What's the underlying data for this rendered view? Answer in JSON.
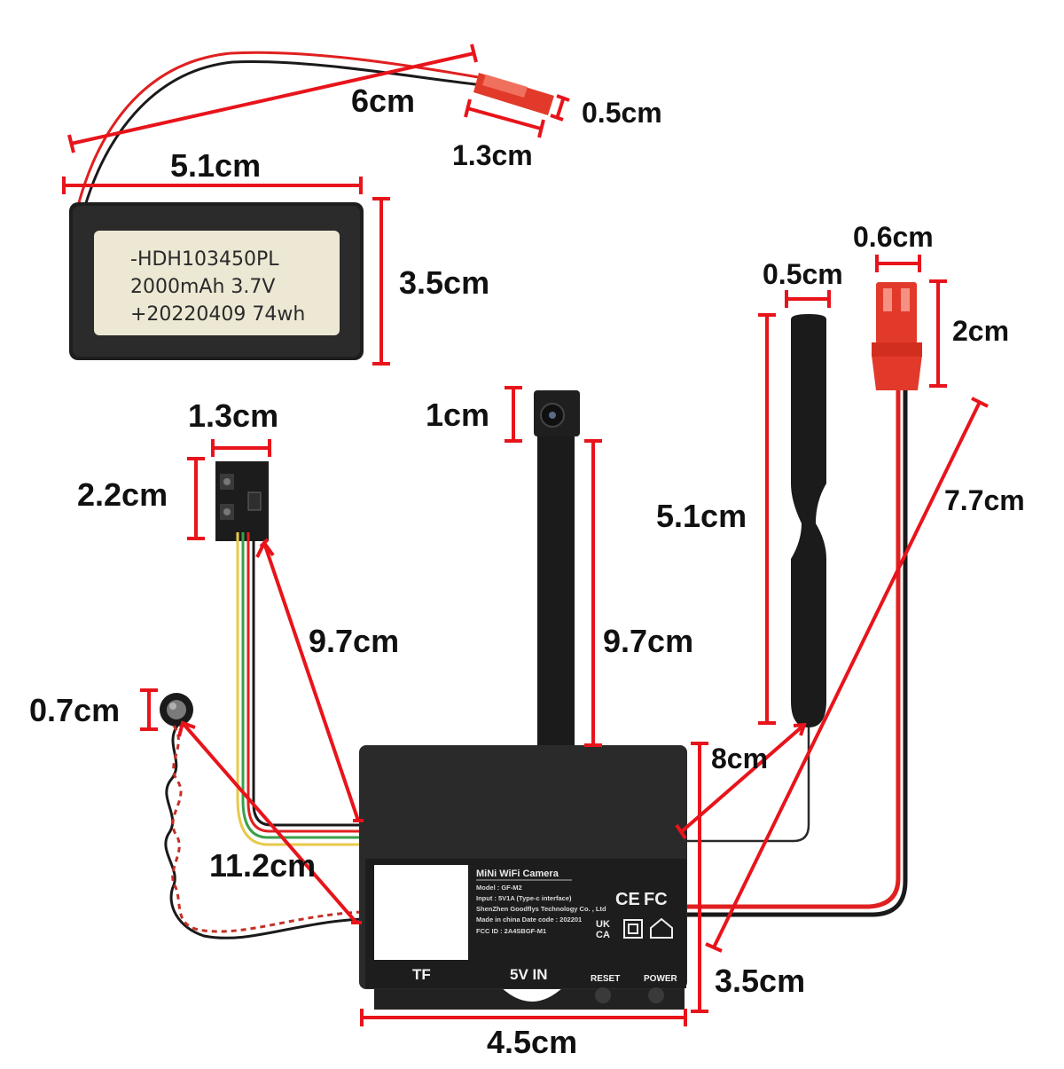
{
  "battery": {
    "label_lines": [
      "-HDH103450PL",
      "2000mAh  3.7V",
      "+20220409  74wh"
    ]
  },
  "dimensions": {
    "battery_wire": "6cm",
    "connector_width": "0.5cm",
    "connector_length": "1.3cm",
    "battery_width": "5.1cm",
    "battery_height": "3.5cm",
    "antenna_width": "0.5cm",
    "plug_width": "0.6cm",
    "plug_height": "2cm",
    "button_board_width": "1.3cm",
    "button_board_height": "2.2cm",
    "lens_size": "1cm",
    "antenna_length": "5.1cm",
    "power_cable": "7.7cm",
    "button_cable": "9.7cm",
    "lens_cable": "9.7cm",
    "antenna_cable": "8cm",
    "led_size": "0.7cm",
    "led_cable": "11.2cm",
    "module_height": "3.5cm",
    "module_width": "4.5cm"
  },
  "module_label": {
    "title": "MiNi WiFi Camera",
    "model": "Model : GF-M2",
    "input": "Input : 5V1A   (Type-c interface)",
    "maker": "ShenZhen Goodflys Technology Co. , Ltd",
    "made": "Made in china Date code : 202201",
    "fcc": "FCC ID : 2A4SBGF-M1",
    "ce": "CE",
    "fc": "FC",
    "ukca_top": "UK",
    "ukca_bottom": "CA"
  },
  "ports": {
    "tf": "TF",
    "usb": "5V IN",
    "reset": "RESET",
    "power": "POWER"
  }
}
